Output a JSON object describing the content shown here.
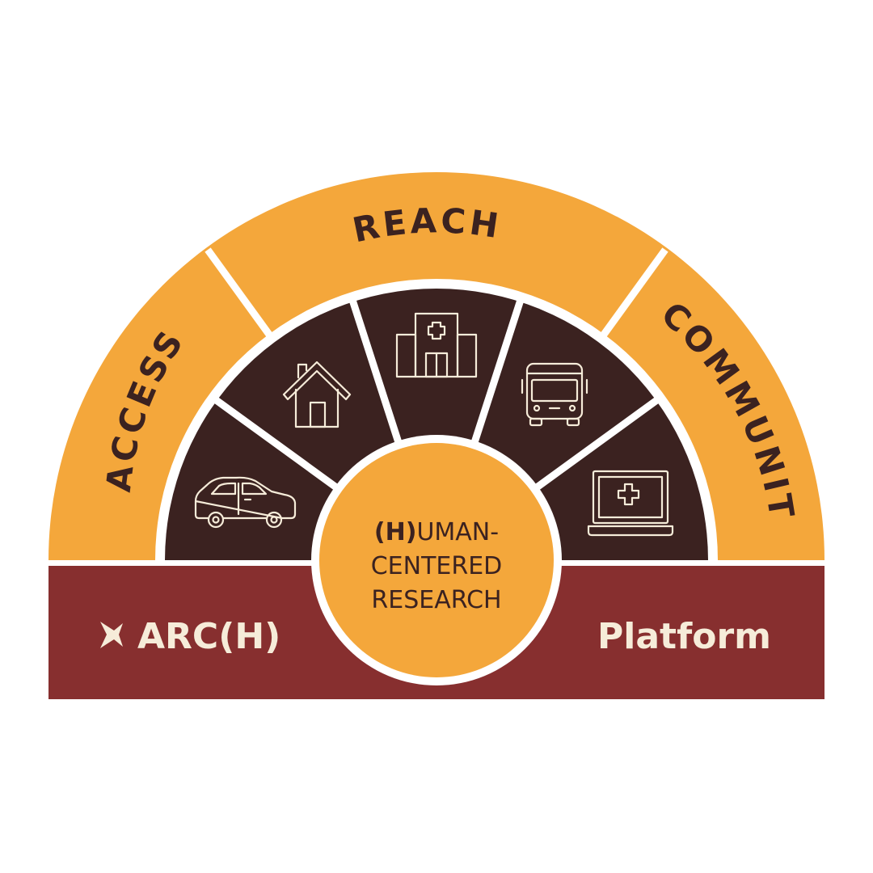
{
  "colors": {
    "outer_arc": "#f4a73b",
    "inner_ring": "#3b2220",
    "base_band": "#872f2f",
    "divider": "#ffffff",
    "icon_stroke": "#f6ecd9",
    "dark_text": "#3b2220",
    "light_text": "#f6ecd9"
  },
  "outer_labels": {
    "access": "ACCESS",
    "reach": "REACH",
    "community": "COMMUNITY"
  },
  "center": {
    "line1_bold": "(H)",
    "line1_rest": "UMAN-",
    "line2": "CENTERED",
    "line3": "RESEARCH"
  },
  "base": {
    "left_label": "ARC(H)",
    "right_label": "Platform"
  },
  "icons": [
    "car-icon",
    "house-icon",
    "hospital-icon",
    "bus-icon",
    "laptop-medical-icon"
  ]
}
